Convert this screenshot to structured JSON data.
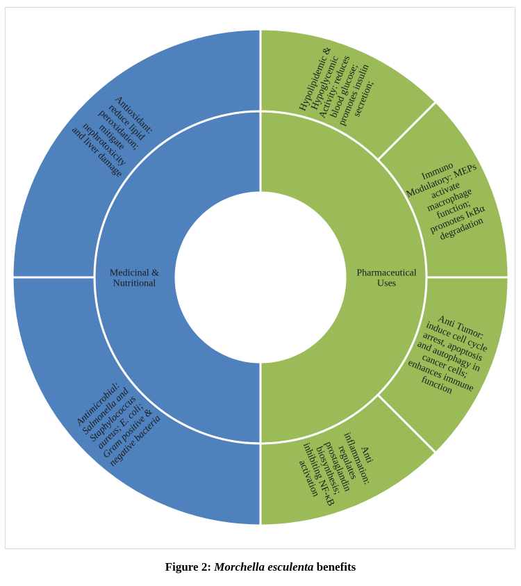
{
  "chart_data": {
    "type": "sunburst",
    "title": "",
    "colors": {
      "Medicinal & Nutritional": "#4f81bd",
      "Pharmaceutical Uses": "#9bbb59",
      "separator": "#ffffff"
    },
    "categories": [
      {
        "name": "Medicinal & Nutritional",
        "label_lines": [
          "Medicinal &",
          "Nutritional"
        ],
        "children": [
          {
            "name": "Antioxidant",
            "value": 2,
            "italic": false,
            "label_lines": [
              "Antioxidant:",
              "reduce lipid",
              "peroxidation;",
              "mitigate",
              "nephrotoxicity",
              "and liver damage"
            ]
          },
          {
            "name": "Antimicrobial",
            "value": 2,
            "italic": true,
            "label_lines": [
              "Antimicrobial:",
              "Salmonella and",
              "Staphylococcus",
              "aureus; E. coli;",
              "Gram positive &",
              "negative bacteria"
            ]
          }
        ]
      },
      {
        "name": "Pharmaceutical Uses",
        "label_lines": [
          "Pharmaceutical",
          "Uses"
        ],
        "children": [
          {
            "name": "Anti inflammation",
            "value": 1,
            "italic": false,
            "label_lines": [
              "Anti",
              "inflammation:",
              "regulates",
              "prostaglandin",
              "biosynthesis;",
              "inhibiting NF-κB",
              "activation"
            ]
          },
          {
            "name": "Anti Tumor",
            "value": 1,
            "italic": false,
            "label_lines": [
              "Anti Tumor:",
              "induce cell cycle",
              "arrest, apoptosis",
              "and autophagy in",
              "cancer cells;",
              "enhances immune",
              "function"
            ]
          },
          {
            "name": "Immuno Modulatory",
            "value": 1,
            "italic": false,
            "label_lines": [
              "Immuno",
              "Modulatory: MEPs",
              "activate",
              "macrophage",
              "function;",
              "promotes IκBα",
              "degradation"
            ]
          },
          {
            "name": "Hypolipidemic & Hypoglycemic",
            "value": 1,
            "italic": false,
            "label_lines": [
              "Hypolipidemic &",
              "Hypoglycemic",
              "Activity: reduces",
              "blood glucose;",
              "promotes insulin",
              "secretion;"
            ]
          }
        ]
      }
    ]
  },
  "caption": {
    "prefix": "Figure 2: ",
    "species": "Morchella esculenta",
    "suffix": " benefits"
  }
}
